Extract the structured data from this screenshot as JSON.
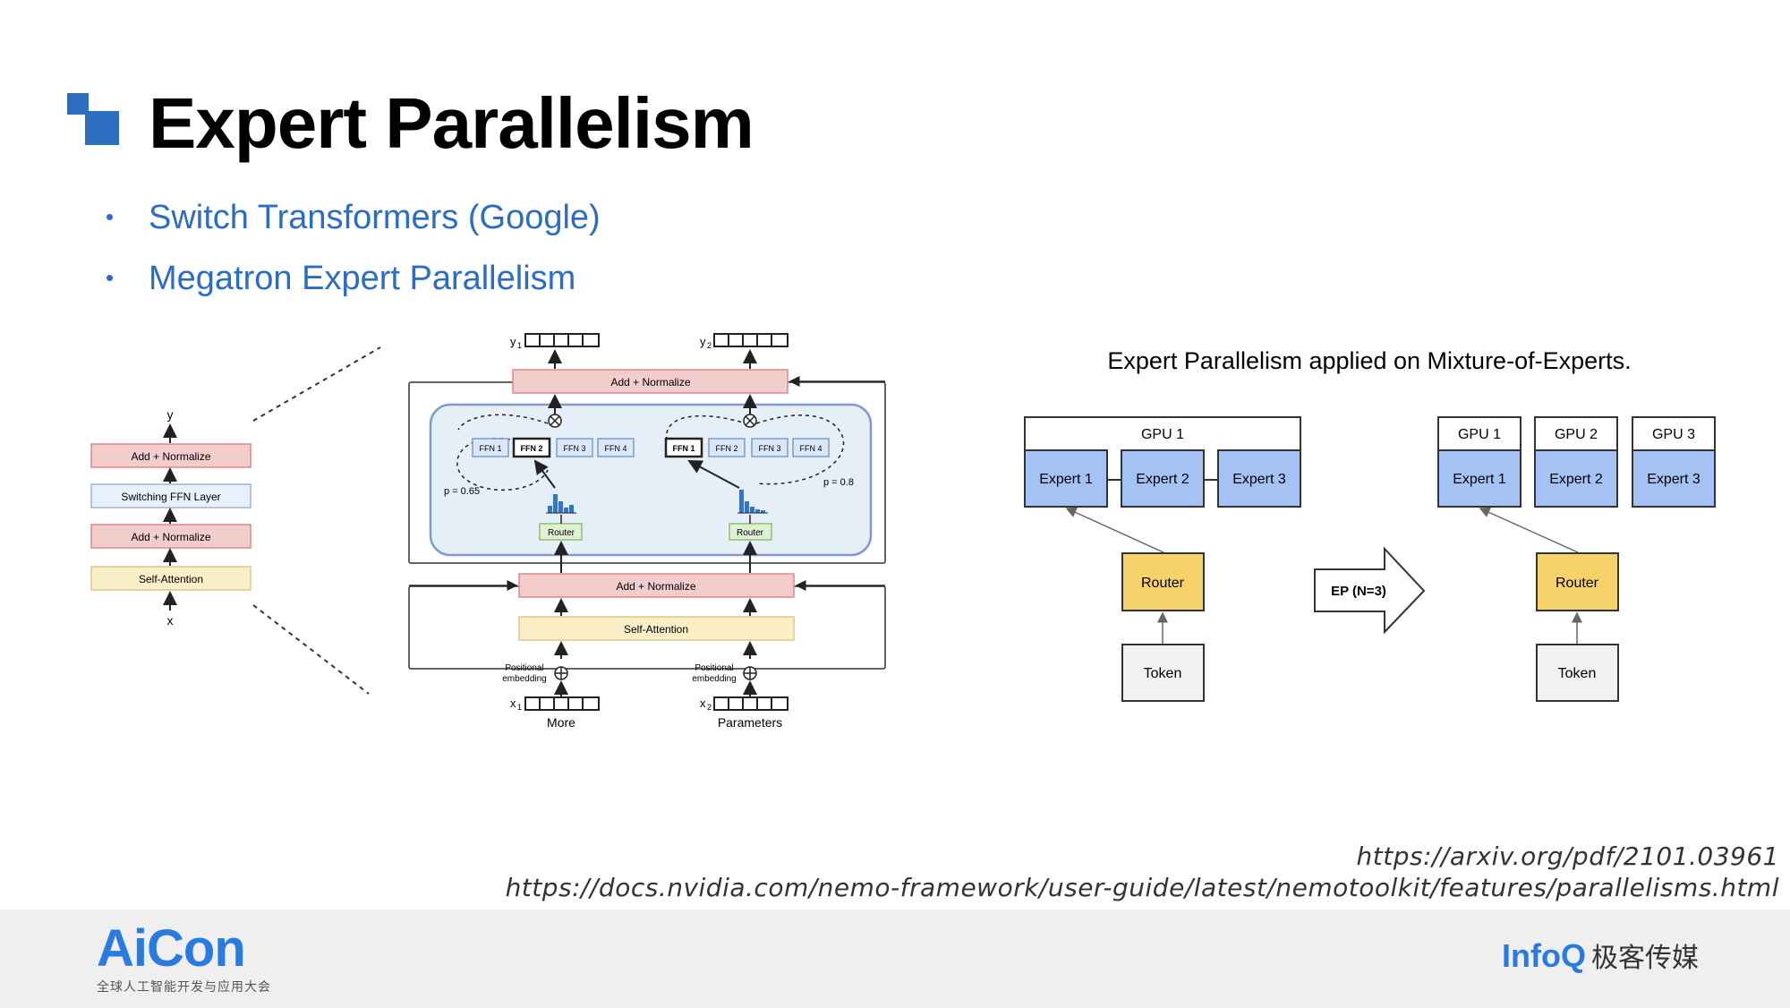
{
  "header": {
    "title": "Expert Parallelism",
    "accent_color": "#2e6ec0"
  },
  "bullets": [
    {
      "text": "Switch Transformers (Google)"
    },
    {
      "text": "Megatron Expert Parallelism"
    }
  ],
  "switch_diagram": {
    "left_stack": {
      "y_label": "y",
      "x_label": "x",
      "add_normalize_top": "Add + Normalize",
      "switching_ffn": "Switching FFN Layer",
      "add_normalize_bottom": "Add + Normalize",
      "self_attention": "Self-Attention"
    },
    "main": {
      "y1_label": "y",
      "y1_sub": "1",
      "y2_label": "y",
      "y2_sub": "2",
      "add_normalize_top": "Add + Normalize",
      "add_normalize_mid": "Add + Normalize",
      "self_attention": "Self-Attention",
      "ffn_labels": [
        "FFN 1",
        "FFN 2",
        "FFN 3",
        "FFN 4"
      ],
      "router_label": "Router",
      "p_left": "p = 0.65",
      "p_right": "p = 0.8",
      "pos_embedding": "Positional embedding",
      "pos_line1": "Positional",
      "pos_line2": "embedding",
      "x1_label": "x",
      "x1_sub": "1",
      "x2_label": "x",
      "x2_sub": "2",
      "token_left": "More",
      "token_right": "Parameters"
    }
  },
  "ep_diagram": {
    "title": "Expert Parallelism applied on Mixture-of-Experts.",
    "left": {
      "gpu_label": "GPU 1",
      "experts": [
        "Expert 1",
        "Expert 2",
        "Expert 3"
      ],
      "router": "Router",
      "token": "Token"
    },
    "arrow_label": "EP (N=3)",
    "right": {
      "gpu_labels": [
        "GPU 1",
        "GPU 2",
        "GPU 3"
      ],
      "experts": [
        "Expert 1",
        "Expert 2",
        "Expert 3"
      ],
      "router": "Router",
      "token": "Token"
    },
    "colors": {
      "expert": "#a4c2f4",
      "router": "#f6d36a",
      "token": "#f1f1f1"
    }
  },
  "references": [
    "https://arxiv.org/pdf/2101.03961",
    "https://docs.nvidia.com/nemo-framework/user-guide/latest/nemotoolkit/features/parallelisms.html"
  ],
  "footer": {
    "aicon_word": "AiCon",
    "aicon_sub": "全球人工智能开发与应用大会",
    "infoq_word": "InfoQ",
    "infoq_cn": "极客传媒"
  }
}
